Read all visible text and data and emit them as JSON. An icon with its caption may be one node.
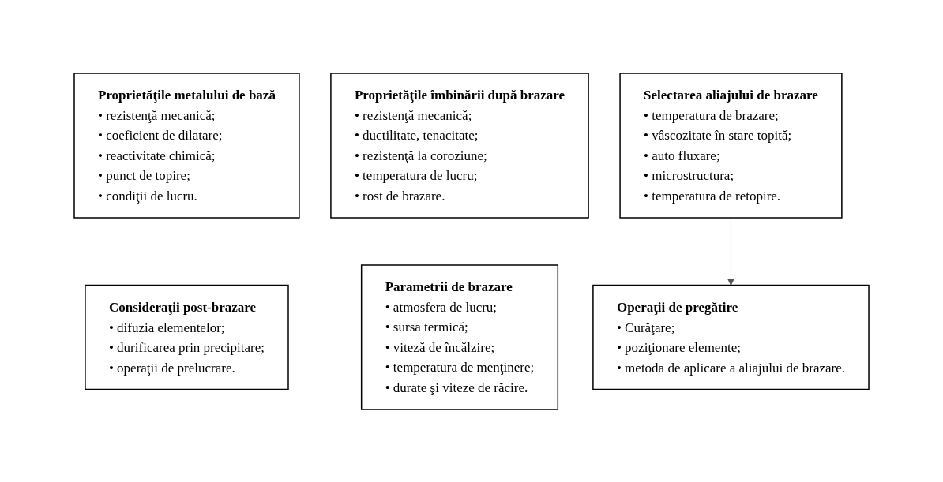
{
  "diagram": {
    "nodes": [
      {
        "text": [
          "Proprietăţile metalului de bază",
          "• rezistenţă mecanică;",
          "• coeficient de dilatare;",
          "• reactivitate chimică;",
          "• punct de topire;",
          "• condiţii de lucru."
        ]
      },
      {
        "text": [
          "Proprietăţile îmbinării după brazare",
          "• rezistenţă mecanică;",
          "• ductilitate, tenacitate;",
          "• rezistenţă la coroziune;",
          "• temperatura de lucru;",
          "• rost de brazare."
        ]
      },
      {
        "text": [
          "Selectarea aliajului de brazare",
          "• temperatura de brazare;",
          "• vâscozitate în stare topită;",
          "• auto fluxare;",
          "• microstructura;",
          "• temperatura de retopire."
        ]
      },
      {
        "text": [
          "Consideraţii post-brazare",
          "• difuzia elementelor;",
          "• durificarea prin precipitare;",
          "• operaţii de prelucrare."
        ]
      },
      {
        "text": [
          "Parametrii de brazare",
          "• atmosfera de lucru;",
          "• sursa termică;",
          "• viteză de încălzire;",
          "• temperatura de menţinere;",
          "• durate şi viteze de răcire."
        ]
      },
      {
        "text": [
          "Operaţii de pregătire",
          "• Curăţare;",
          "• poziţionare elemente;",
          "• metoda de aplicare a aliajului de brazare."
        ]
      }
    ],
    "edges": [
      {
        "from": 2,
        "to": 5,
        "arrow": "to",
        "color": "#555555"
      }
    ]
  }
}
